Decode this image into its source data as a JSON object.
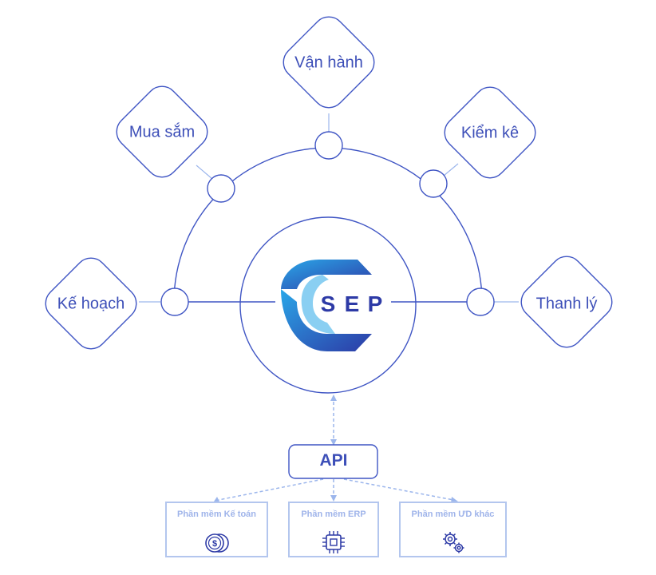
{
  "colors": {
    "line": "#3f55c4",
    "text": "#3d4fb8",
    "dashed": "#9cb6ec",
    "ext_border": "#b3c6ee",
    "ext_text": "#9fb4ea",
    "logo_dark": "#2d3aa6",
    "logo_light": "#2aa7e8"
  },
  "nodes": {
    "ke_hoach": "Kế hoạch",
    "mua_sam": "Mua sắm",
    "van_hanh": "Vận hành",
    "kiem_ke": "Kiểm kê",
    "thanh_ly": "Thanh lý"
  },
  "logo": {
    "letters": [
      "S",
      "E",
      "P"
    ]
  },
  "api": {
    "label": "API"
  },
  "external": [
    {
      "label": "Phần mềm Kế toán",
      "icon": "coins-icon"
    },
    {
      "label": "Phần mềm ERP",
      "icon": "chip-icon"
    },
    {
      "label": "Phần mềm ƯD khác",
      "icon": "gears-icon"
    }
  ]
}
